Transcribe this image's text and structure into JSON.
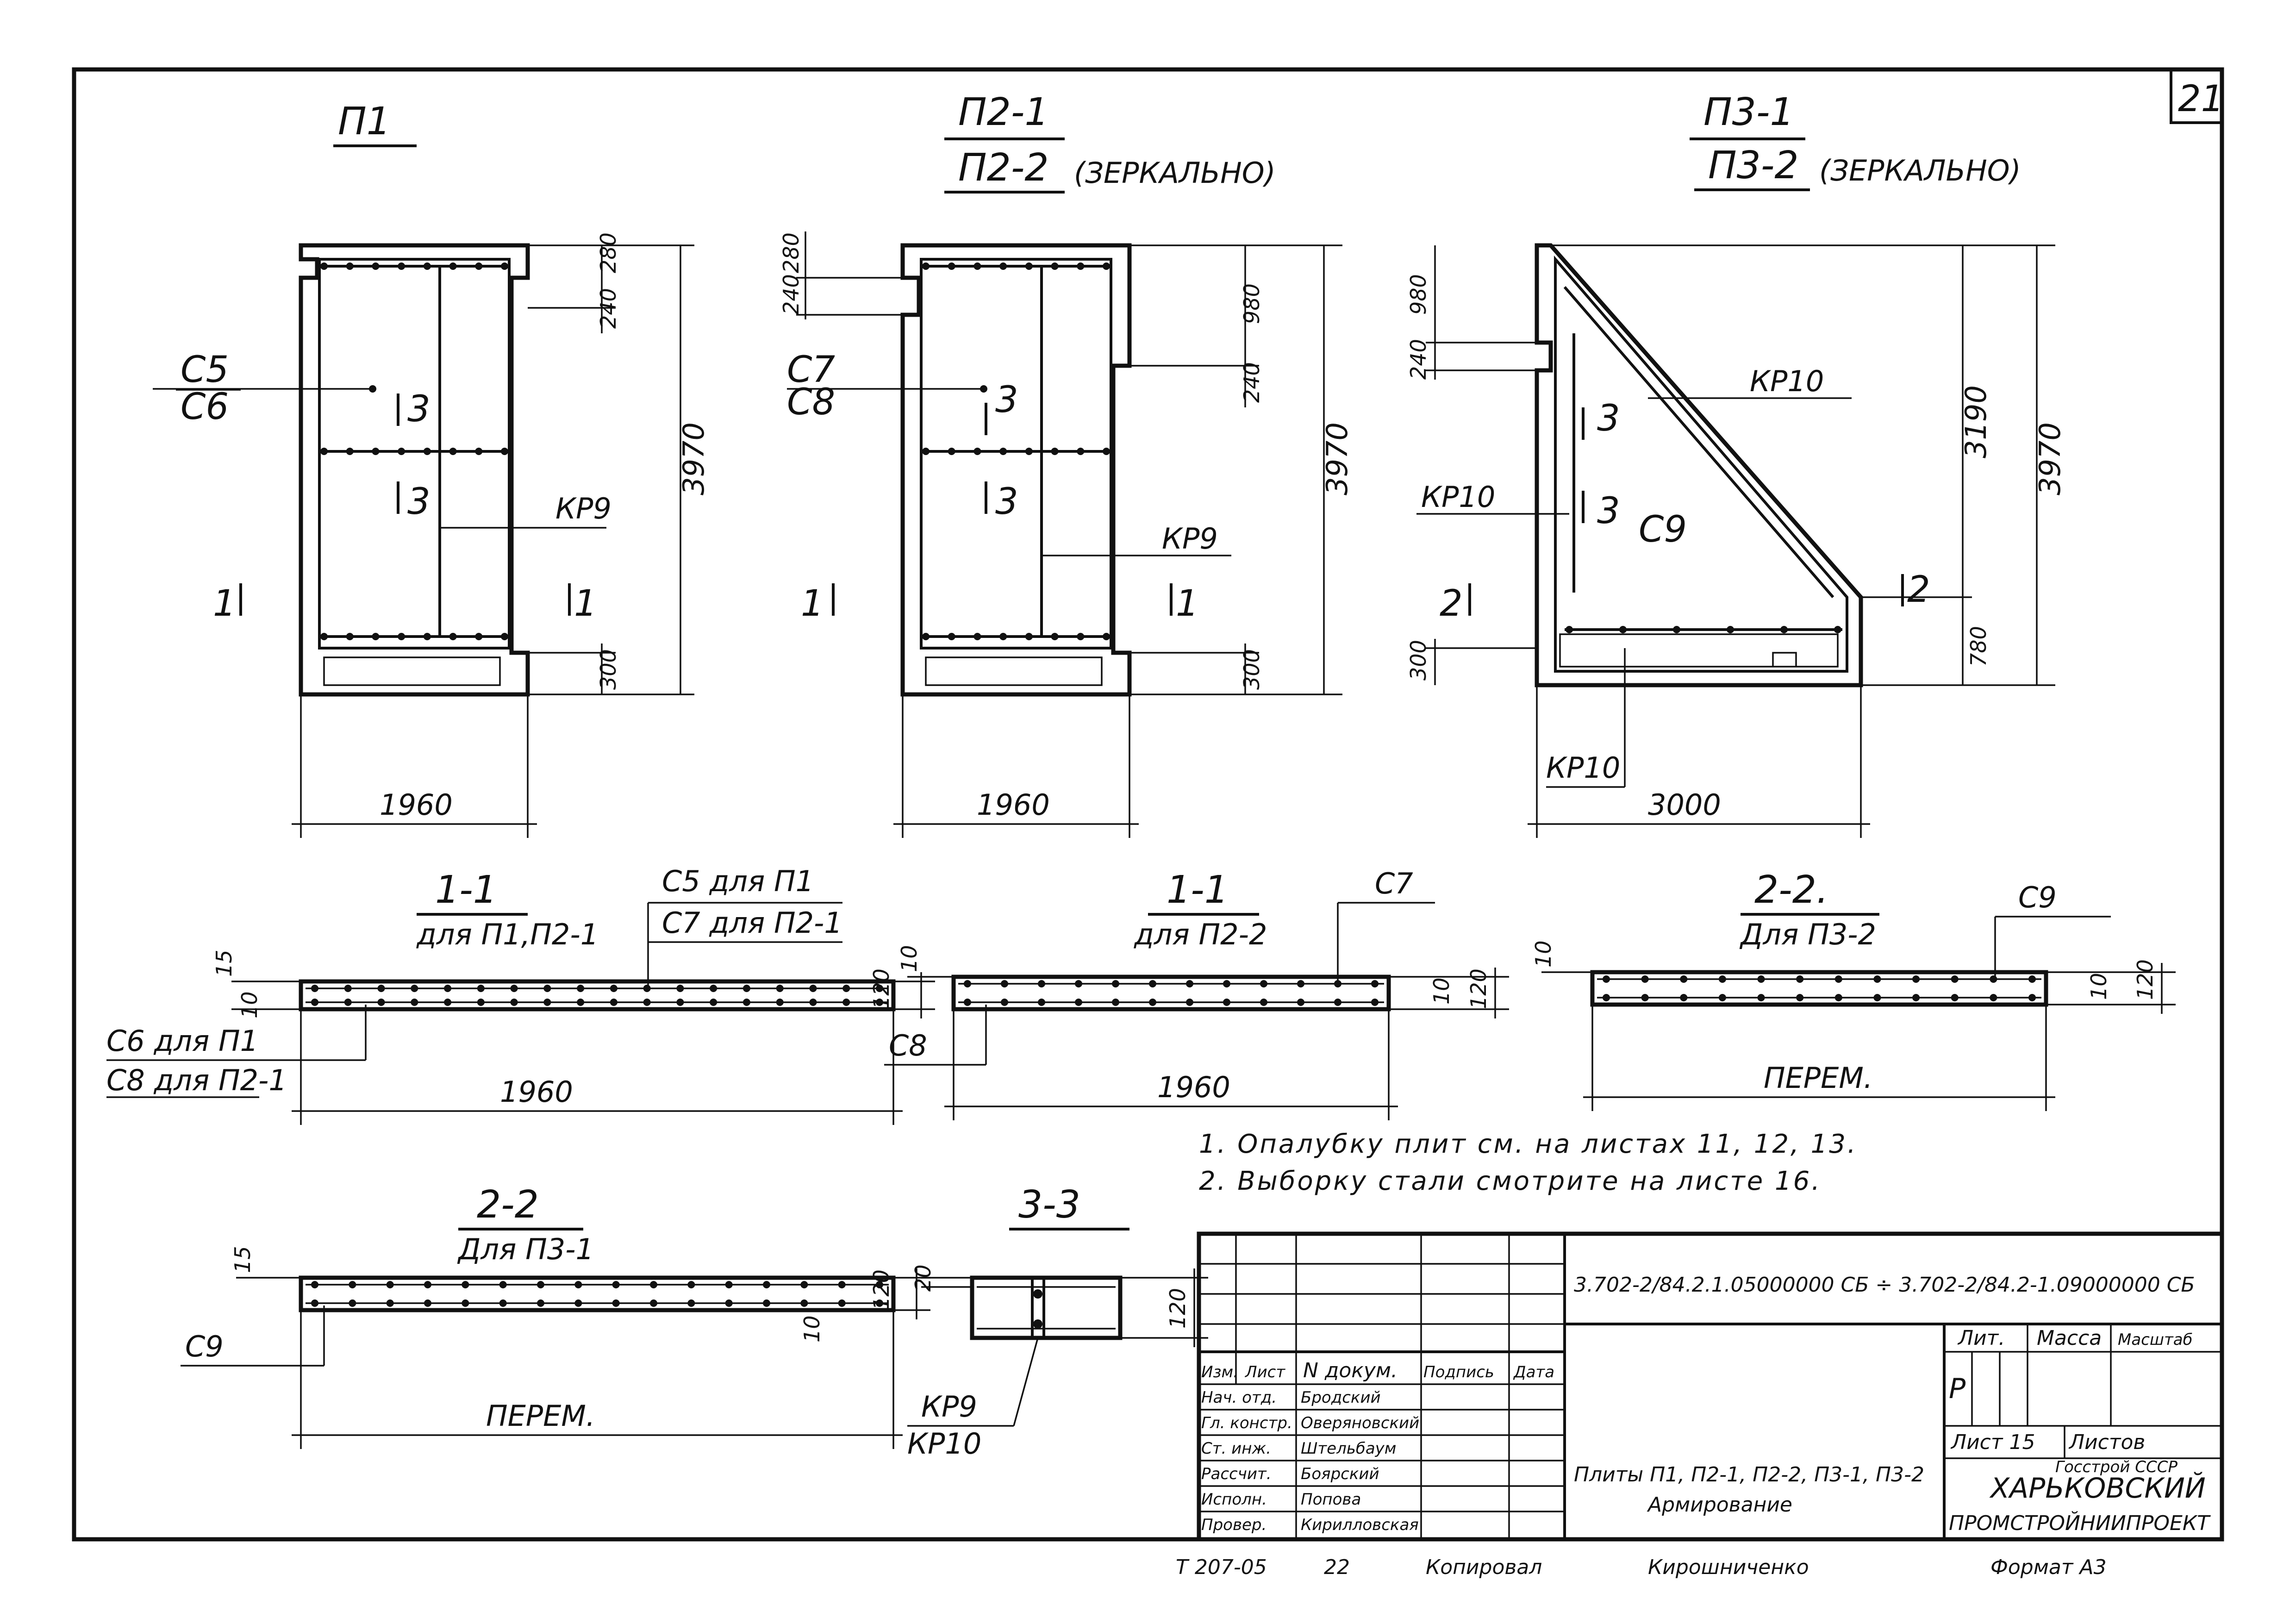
{
  "sheet": {
    "number": "21",
    "footer": {
      "code": "Т 207-05",
      "num": "22",
      "copied_label": "Копировал",
      "copied_name": "Кирошниченко",
      "format": "Формат А3"
    }
  },
  "views": {
    "p1": {
      "title": "П1",
      "marks": {
        "c5": "С5",
        "c6": "С6",
        "kp9": "КР9",
        "sec3": "3",
        "sec1": "1"
      },
      "dims": {
        "width": "1960",
        "height": "3970",
        "top1": "280",
        "top2": "240",
        "bottom": "300"
      }
    },
    "p2": {
      "title1": "П2-1",
      "title2": "П2-2",
      "mirror": "(ЗЕРКАЛЬНО)",
      "marks": {
        "c7": "С7",
        "c8": "С8",
        "kp9": "КР9",
        "sec3": "3",
        "sec1": "1"
      },
      "dims": {
        "width": "1960",
        "height": "3970",
        "top1": "280",
        "top2": "240",
        "mid1": "980",
        "mid2": "240",
        "bottom": "300"
      }
    },
    "p3": {
      "title1": "П3-1",
      "title2": "П3-2",
      "mirror": "(ЗЕРКАЛЬНО)",
      "marks": {
        "kp10_a": "КР10",
        "kp10_b": "КР10",
        "kp10_c": "КР10",
        "c9": "С9",
        "sec3": "3",
        "sec2": "2"
      },
      "dims": {
        "width": "3000",
        "height": "3970",
        "h2": "3190",
        "h3": "780",
        "top1": "980",
        "top2": "240",
        "bottom": "300"
      }
    }
  },
  "sections": {
    "s11a": {
      "title": "1-1",
      "sub": "для П1,П2-1",
      "lead1": "С5 для П1",
      "lead2": "С7  для П2-1",
      "lead3": "С6 для П1",
      "lead4": "С8 для П2-1",
      "width": "1960",
      "d1": "15",
      "d2": "10",
      "d3": "120"
    },
    "s11b": {
      "title": "1-1",
      "sub": "для П2-2",
      "lead1": "С7",
      "lead2": "С8",
      "width": "1960",
      "d1": "10",
      "d2": "10",
      "d3": "120"
    },
    "s22a": {
      "title": "2-2.",
      "sub": "Для П3-2",
      "lead1": "С9",
      "width": "ПЕРЕМ.",
      "d1": "10",
      "d2": "10",
      "d3": "120"
    },
    "s22b": {
      "title": "2-2",
      "sub": "Для П3-1",
      "lead1": "С9",
      "width": "ПЕРЕМ.",
      "d1": "15",
      "d2": "10",
      "d3": "120"
    },
    "s33": {
      "title": "3-3",
      "lead1": "КР9",
      "lead2": "КР10",
      "d1": "20",
      "d2": "120"
    }
  },
  "notes": [
    "1. Опалубку плит см. на листах 11, 12, 13.",
    "2. Выборку стали смотрите на листе 16."
  ],
  "titleblock": {
    "code": "3.702-2/84.2.1.05000000 СБ ÷ 3.702-2/84.2-1.09000000 СБ",
    "head": {
      "izm": "Изм.",
      "list": "Лист",
      "ndoc": "N докум.",
      "sign": "Подпись",
      "date": "Дата"
    },
    "people": [
      {
        "role": "Нач. отд.",
        "name": "Бродский"
      },
      {
        "role": "Гл. констр.",
        "name": "Оверяновский"
      },
      {
        "role": "Ст. инж.",
        "name": "Штельбаум"
      },
      {
        "role": "Рассчит.",
        "name": "Боярский"
      },
      {
        "role": "Исполн.",
        "name": "Попова"
      },
      {
        "role": "Провер.",
        "name": "Кирилловская"
      }
    ],
    "name_line1": "Плиты П1, П2-1, П2-2, П3-1, П3-2",
    "name_line2": "Армирование",
    "lit": "Лит.",
    "mass": "Масса",
    "scale": "Масштаб",
    "stage": "Р",
    "sheet": "Лист 15",
    "sheets": "Листов",
    "org1": "Госстрой СССР",
    "org2": "ХАРЬКОВСКИЙ",
    "org3": "ПРОМСТРОЙНИИПРОЕКТ"
  }
}
